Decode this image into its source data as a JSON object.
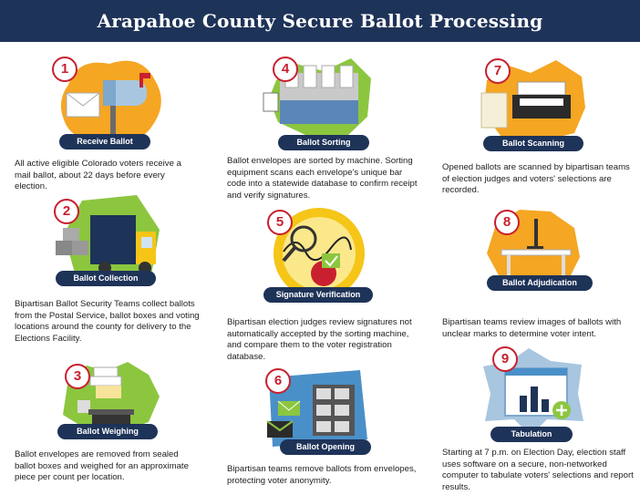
{
  "title": "Arapahoe County Secure Ballot Processing",
  "colors": {
    "navy": "#1e3358",
    "orange": "#f5a623",
    "green": "#8cc63f",
    "red": "#c8202f",
    "blue": "#4a90c8"
  },
  "steps": [
    {
      "number": "1",
      "label": "Receive Ballot",
      "icon": "mailbox-icon",
      "text": "All active eligible Colorado voters receive a mail ballot, about 22 days before every election."
    },
    {
      "number": "2",
      "label": "Ballot Collection",
      "icon": "truck-icon",
      "text": "Bipartisan Ballot Security Teams collect ballots from the Postal Service, ballot boxes and voting locations around the county for delivery to the Elections Facility."
    },
    {
      "number": "3",
      "label": "Ballot Weighing",
      "icon": "scale-icon",
      "text": "Ballot envelopes are removed from sealed ballot boxes and weighed for an approximate piece per count per location."
    },
    {
      "number": "4",
      "label": "Ballot Sorting",
      "icon": "sorting-machine-icon",
      "text": "Ballot envelopes are sorted by machine. Sorting equipment scans each envelope's unique bar code into a statewide database to confirm receipt and verify signatures."
    },
    {
      "number": "5",
      "label": "Signature Verification",
      "icon": "magnifier-signature-icon",
      "text": "Bipartisan election judges review signatures not automatically accepted by the sorting machine, and compare them to the voter registration database."
    },
    {
      "number": "6",
      "label": "Ballot Opening",
      "icon": "envelopes-shelf-icon",
      "text": "Bipartisan teams remove ballots from envelopes, protecting voter anonymity."
    },
    {
      "number": "7",
      "label": "Ballot Scanning",
      "icon": "scanner-icon",
      "text": "Opened ballots are scanned by bipartisan teams of election judges and voters' selections are recorded."
    },
    {
      "number": "8",
      "label": "Ballot Adjudication",
      "icon": "computer-desk-icon",
      "text": "Bipartisan teams review images of ballots with unclear marks to determine voter intent."
    },
    {
      "number": "9",
      "label": "Tabulation",
      "icon": "tabulation-screen-icon",
      "text": "Starting at 7 p.m. on Election Day, election staff uses software on a secure, non-networked computer to tabulate voters' selections and report results."
    }
  ]
}
